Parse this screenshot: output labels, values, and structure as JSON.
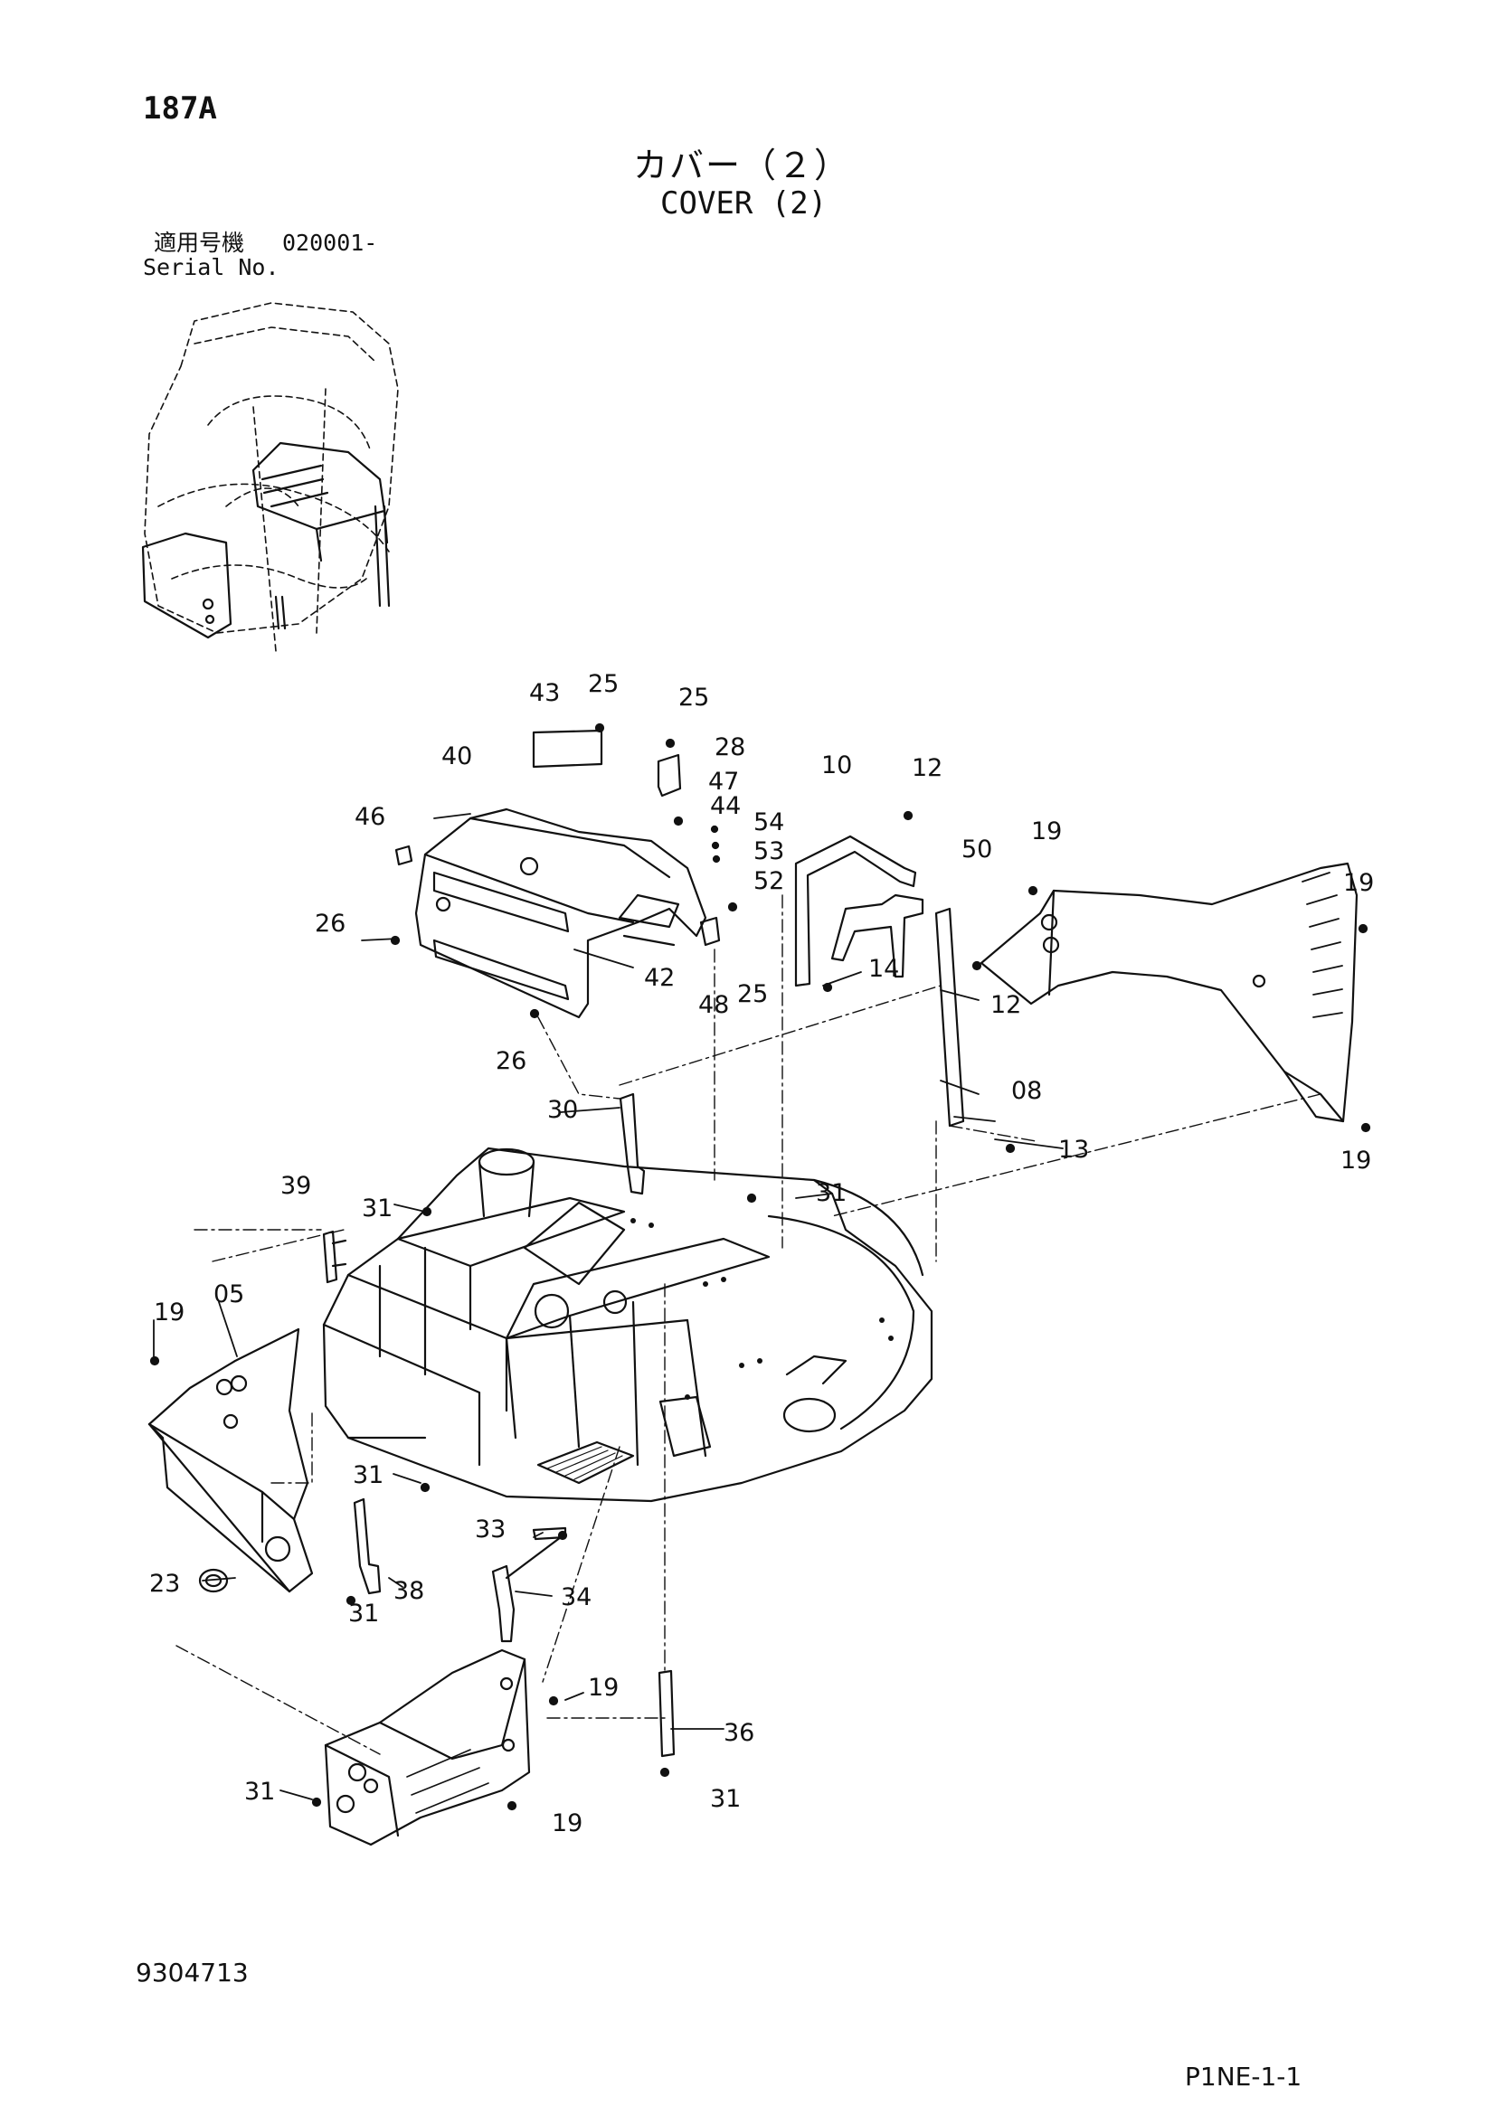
{
  "page_code": "187A",
  "title_jp": "カバー（２）",
  "title_en": "COVER (2)",
  "serial": {
    "jp_label": "適用号機",
    "value": "020001-",
    "en_label": "Serial No."
  },
  "document_number": "9304713",
  "page_ref": "P1NE-1-1",
  "callouts": [
    {
      "id": "c43",
      "text": "43"
    },
    {
      "id": "c25a",
      "text": "25"
    },
    {
      "id": "c25b",
      "text": "25"
    },
    {
      "id": "c28",
      "text": "28"
    },
    {
      "id": "c47",
      "text": "47"
    },
    {
      "id": "c44",
      "text": "44"
    },
    {
      "id": "c54",
      "text": "54"
    },
    {
      "id": "c53",
      "text": "53"
    },
    {
      "id": "c52",
      "text": "52"
    },
    {
      "id": "c40",
      "text": "40"
    },
    {
      "id": "c46",
      "text": "46"
    },
    {
      "id": "c26a",
      "text": "26"
    },
    {
      "id": "c42",
      "text": "42"
    },
    {
      "id": "c48",
      "text": "48"
    },
    {
      "id": "c25c",
      "text": "25"
    },
    {
      "id": "c26b",
      "text": "26"
    },
    {
      "id": "c10",
      "text": "10"
    },
    {
      "id": "c12a",
      "text": "12"
    },
    {
      "id": "c50",
      "text": "50"
    },
    {
      "id": "c14",
      "text": "14"
    },
    {
      "id": "c12b",
      "text": "12"
    },
    {
      "id": "c08",
      "text": "08"
    },
    {
      "id": "c19a",
      "text": "19"
    },
    {
      "id": "c19b",
      "text": "19"
    },
    {
      "id": "c19c",
      "text": "19"
    },
    {
      "id": "c13",
      "text": "13"
    },
    {
      "id": "c30",
      "text": "30"
    },
    {
      "id": "c31a",
      "text": "31"
    },
    {
      "id": "c39",
      "text": "39"
    },
    {
      "id": "c31b",
      "text": "31"
    },
    {
      "id": "c19d",
      "text": "19"
    },
    {
      "id": "c05",
      "text": "05"
    },
    {
      "id": "c31c",
      "text": "31"
    },
    {
      "id": "c33",
      "text": "33"
    },
    {
      "id": "c34",
      "text": "34"
    },
    {
      "id": "c38",
      "text": "38"
    },
    {
      "id": "c31d",
      "text": "31"
    },
    {
      "id": "c23",
      "text": "23"
    },
    {
      "id": "c19e",
      "text": "19"
    },
    {
      "id": "c36",
      "text": "36"
    },
    {
      "id": "c31e",
      "text": "31"
    },
    {
      "id": "c31f",
      "text": "31"
    },
    {
      "id": "c19f",
      "text": "19"
    }
  ]
}
